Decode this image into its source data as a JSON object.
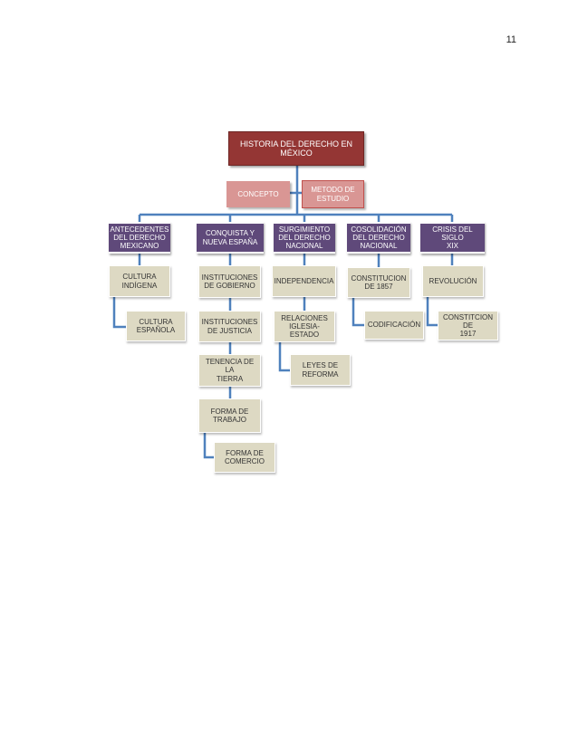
{
  "page_number": "11",
  "chart": {
    "root": "HISTORIA DEL DERECHO EN\nMÉXICO",
    "concept": "CONCEPTO",
    "method": "METODO DE\nESTUDIO",
    "branches": [
      {
        "title": "ANTECEDENTES\nDEL DERECHO\nMEXICANO",
        "children": [
          "CULTURA\nINDÍGENA",
          "CULTURA\nESPAÑOLA"
        ]
      },
      {
        "title": "CONQUISTA Y\nNUEVA ESPAÑA",
        "children": [
          "INSTITUCIONES\nDE GOBIERNO",
          "INSTITUCIONES\nDE JUSTICIA",
          "TENENCIA DE LA\nTIERRA",
          "FORMA DE\nTRABAJO",
          "FORMA DE\nCOMERCIO"
        ]
      },
      {
        "title": "SURGIMIENTO\nDEL DERECHO\nNACIONAL",
        "children": [
          "INDEPENDENCIA",
          "RELACIONES\nIGLESIA-ESTADO",
          "LEYES DE\nREFORMA"
        ]
      },
      {
        "title": "COSOLIDACIÓN\nDEL DERECHO\nNACIONAL",
        "children": [
          "CONSTITUCION\nDE 1857",
          "CODIFICACIÓN"
        ]
      },
      {
        "title": "CRISIS  DEL SIGLO\nXIX",
        "children": [
          "REVOLUCIÓN",
          "CONSTITCION DE\n1917"
        ]
      }
    ]
  },
  "colors": {
    "root_fill": "#943634",
    "pink_fill": "#d99694",
    "branch_fill": "#5f497a",
    "leaf_fill": "#ddd9c3",
    "connector": "#4f81bd"
  }
}
